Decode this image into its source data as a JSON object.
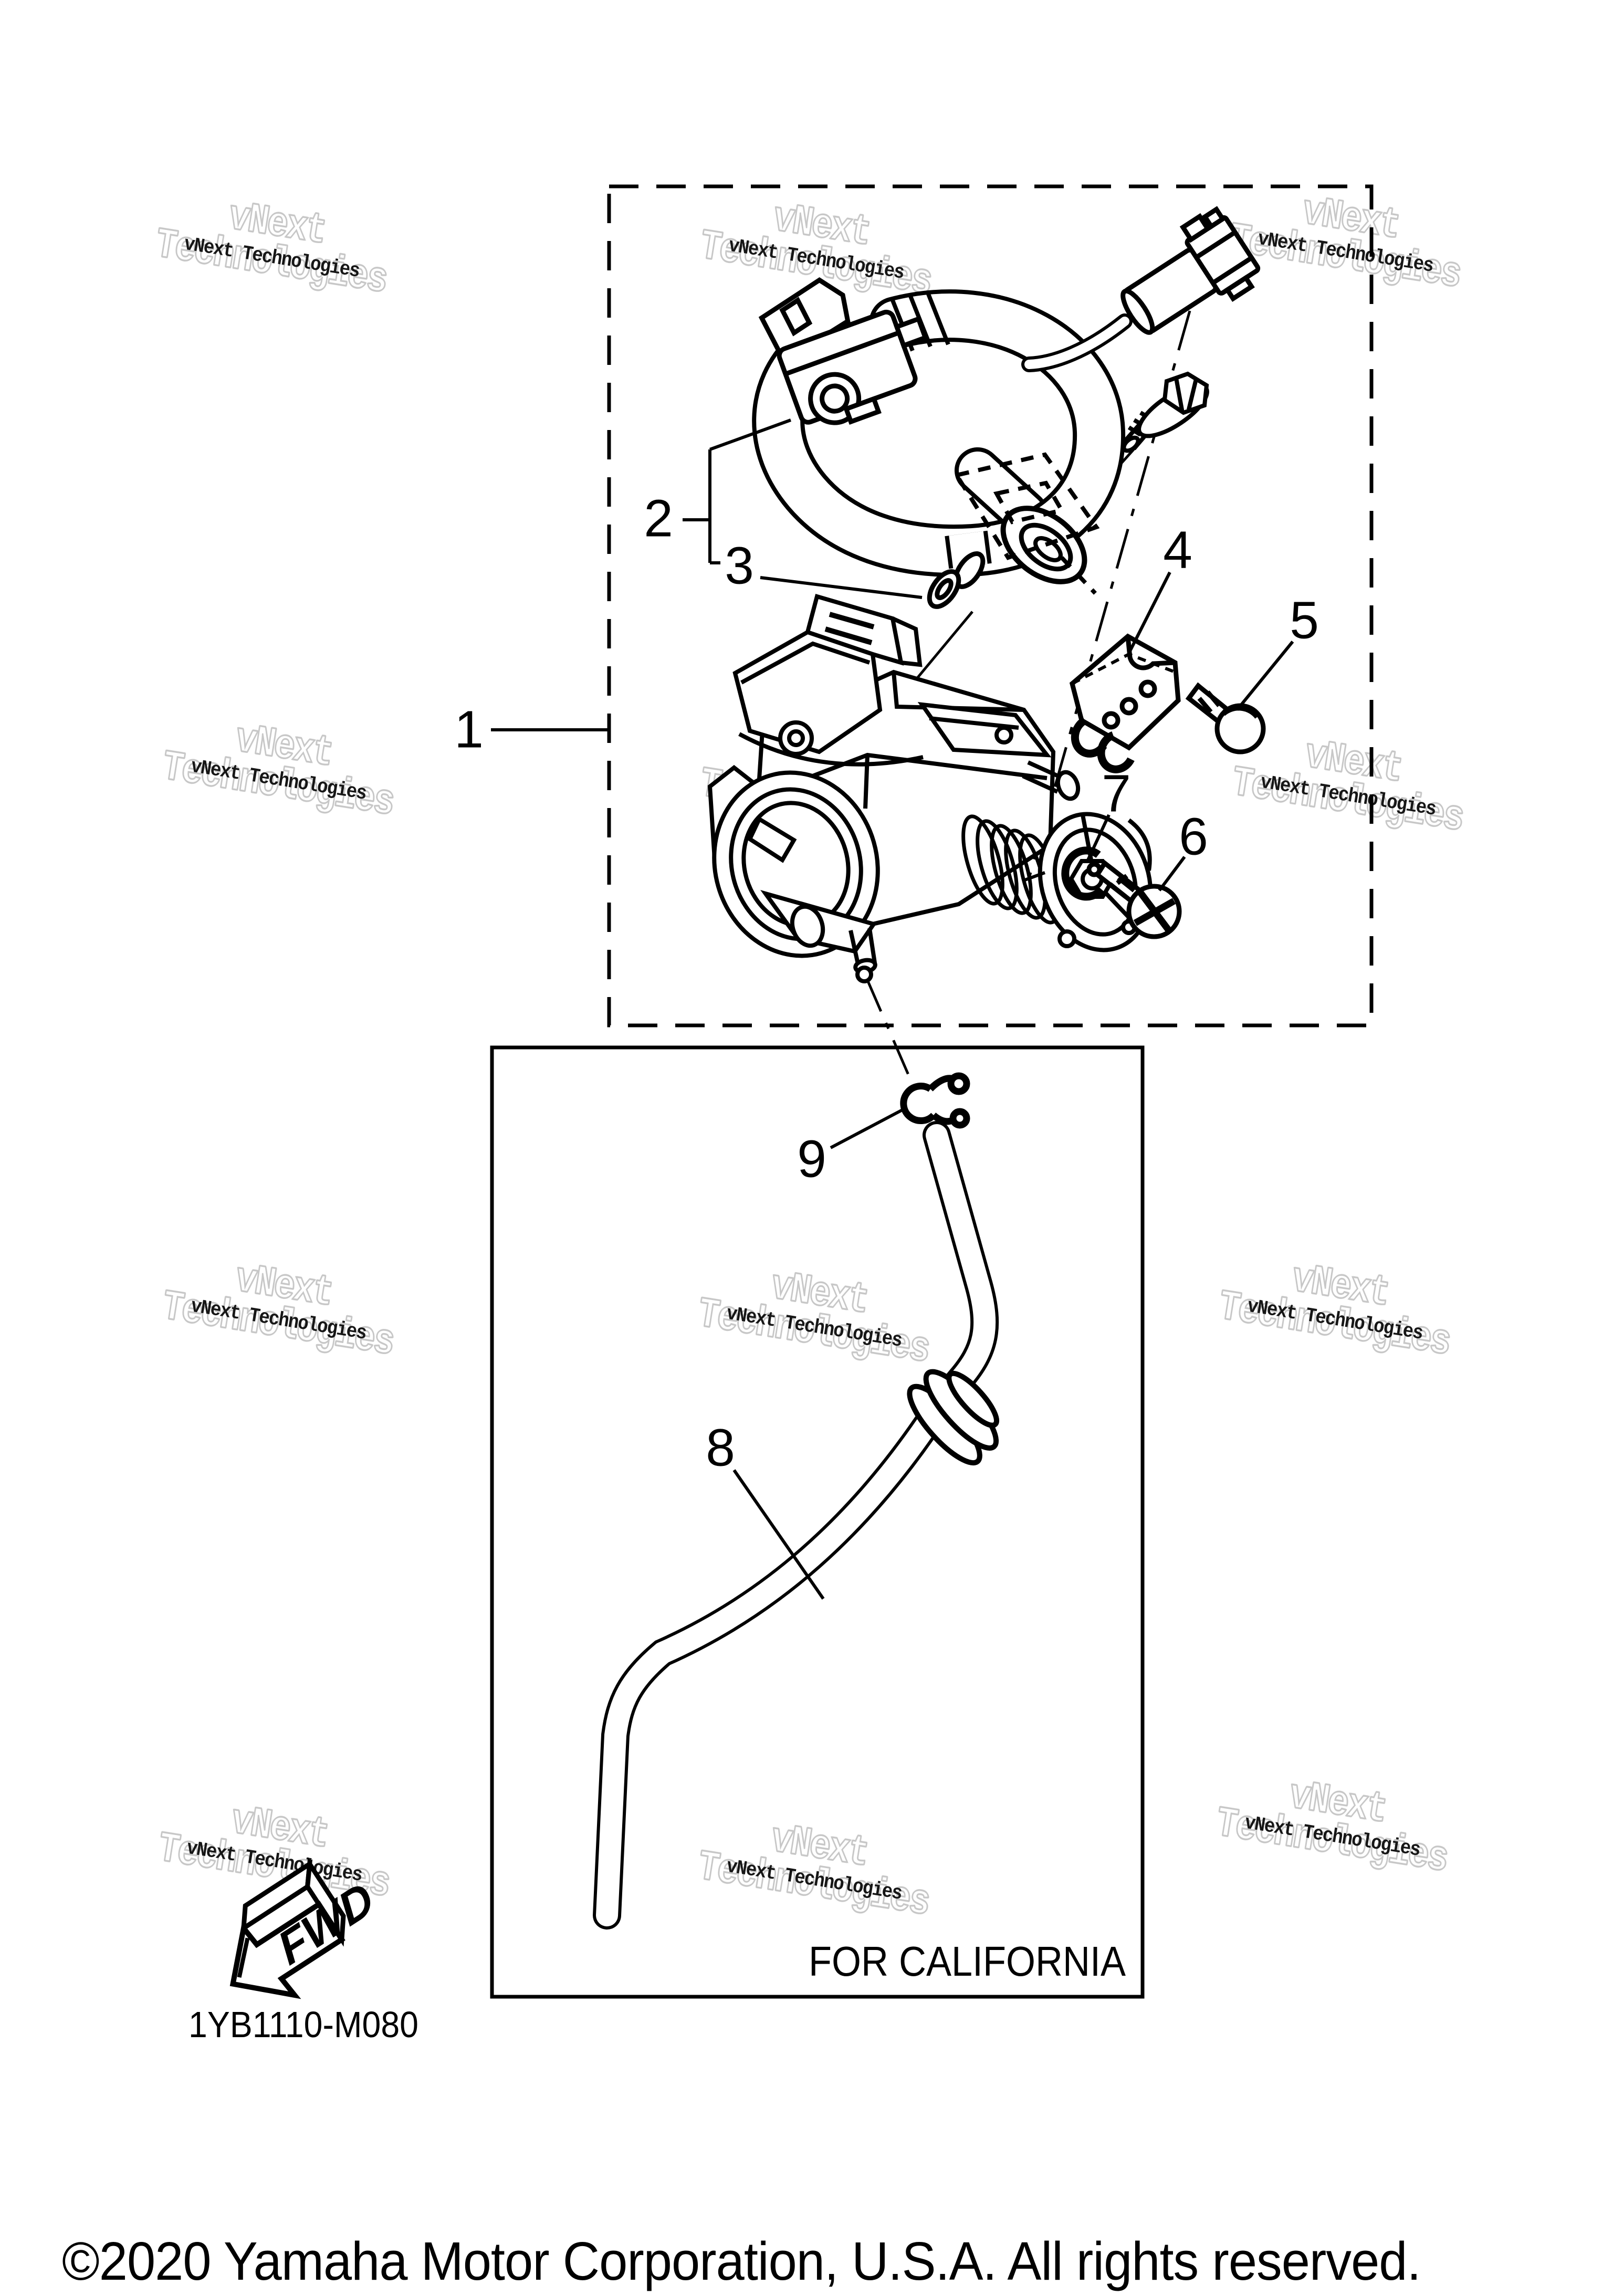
{
  "diagram": {
    "callouts": [
      "1",
      "2",
      "3",
      "4",
      "5",
      "6",
      "7",
      "8",
      "9"
    ],
    "california_label": "FOR CALIFORNIA",
    "part_number": "1YB1110-M080",
    "fwd_label": "FWD"
  },
  "watermark": {
    "big_line1": "vNext",
    "big_line2": "Technologies",
    "small": "vNext Technologies"
  },
  "footer": {
    "copyright": "©2020 Yamaha Motor Corporation, U.S.A. All rights reserved."
  },
  "colors": {
    "line": "#000000",
    "watermark_outline": "#c7c7c7",
    "background": "#ffffff"
  }
}
